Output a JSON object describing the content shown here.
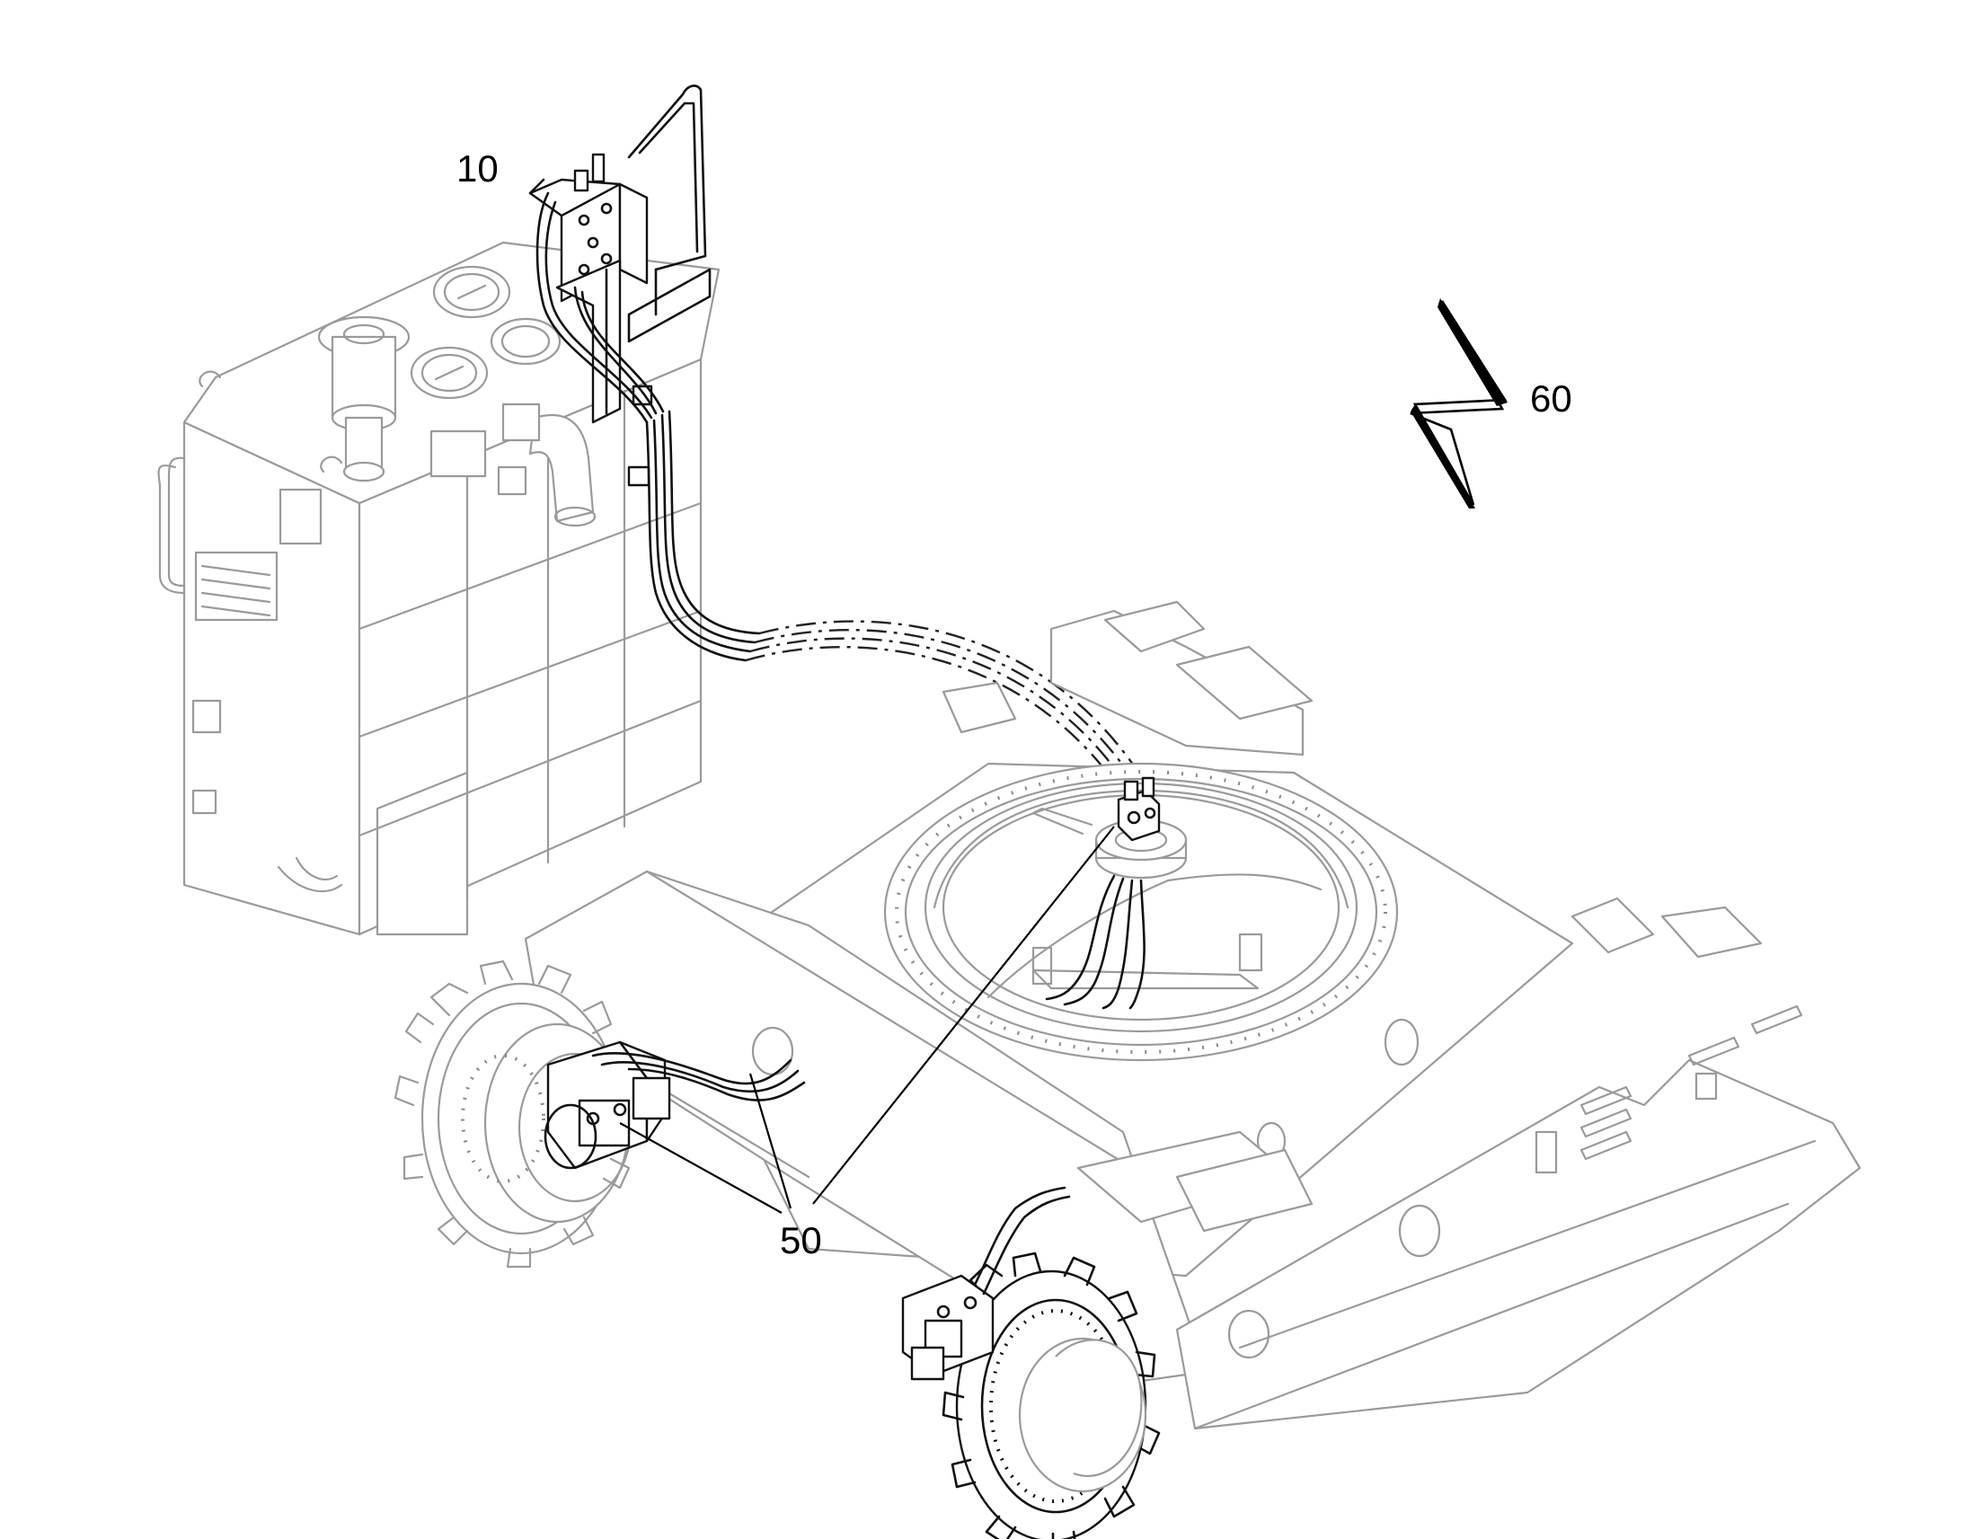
{
  "figure": {
    "reference_numerals": {
      "valve_block": "10",
      "hydraulic_lines": "50",
      "machine": "60"
    }
  }
}
